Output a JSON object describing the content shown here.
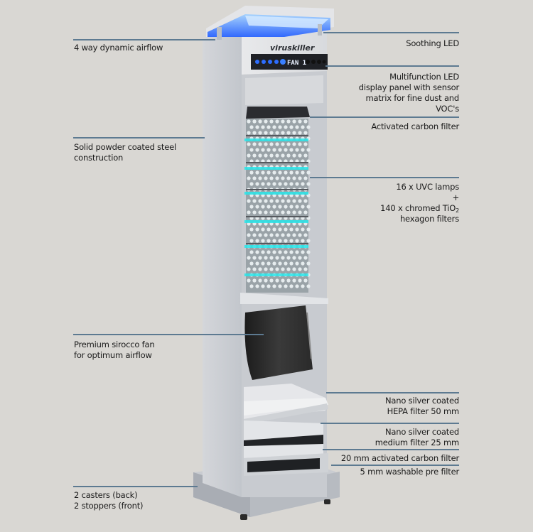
{
  "title": "Viruskiller air purifier component diagram",
  "product": {
    "brand_logo": "viruskiller",
    "display_readout": "FAN 1",
    "led_color": "#1e5bff",
    "uvc_color": "#27e6ea",
    "line_color": "#5d7a91",
    "background_color": "#d9d7d3"
  },
  "callouts_left": [
    {
      "id": "airflow",
      "lines": [
        "4 way dynamic airflow"
      ]
    },
    {
      "id": "steel",
      "lines": [
        "Solid powder coated steel",
        "construction"
      ]
    },
    {
      "id": "fan",
      "lines": [
        "Premium sirocco fan",
        "for optimum airflow"
      ]
    },
    {
      "id": "casters",
      "lines": [
        "2 casters (back)",
        "2 stoppers (front)"
      ]
    }
  ],
  "callouts_right": [
    {
      "id": "led",
      "lines": [
        "Soothing LED"
      ]
    },
    {
      "id": "display",
      "lines": [
        "Multifunction LED",
        "display panel with sensor",
        "matrix for fine dust and",
        "VOC's"
      ]
    },
    {
      "id": "carbon",
      "lines": [
        "Activated carbon filter"
      ]
    },
    {
      "id": "uvc",
      "lines": [
        "16 x UVC lamps",
        "+",
        "140 x chromed TiO",
        "hexagon filters"
      ],
      "subscript": "2"
    },
    {
      "id": "hepa",
      "lines": [
        "Nano silver coated",
        "HEPA filter 50 mm"
      ]
    },
    {
      "id": "medium",
      "lines": [
        "Nano silver coated",
        "medium filter 25 mm"
      ]
    },
    {
      "id": "carbon20",
      "lines": [
        "20 mm activated carbon filter"
      ]
    },
    {
      "id": "prefilter",
      "lines": [
        "5 mm washable pre filter"
      ]
    }
  ]
}
